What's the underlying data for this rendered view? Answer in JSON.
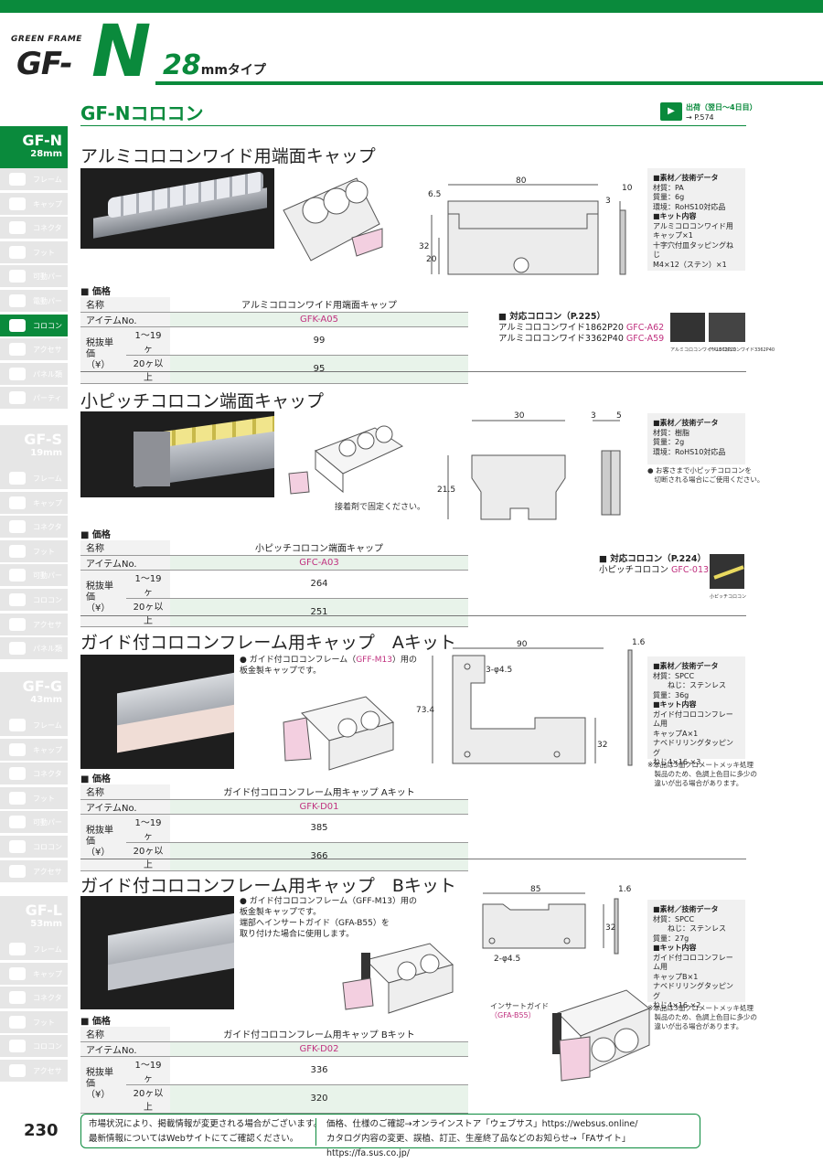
{
  "header": {
    "brand_small": "GREEN FRAME",
    "brand_gf": "GF-",
    "brand_n": "N",
    "size": "28",
    "size_unit": "mmタイプ"
  },
  "section": {
    "title": "GF-Nコロコン",
    "ship_label": "出荷（翌日～4日目）",
    "ship_page": "→ P.574"
  },
  "sidebar": [
    {
      "head": "GF-N",
      "sub": "28mm",
      "active": true,
      "items": [
        "フレーム",
        "キャップ",
        "コネクタ",
        "フット",
        "可動パーツ",
        "電動パーツ",
        "コロコン",
        "アクセサリ",
        "パネル類",
        "パーティション"
      ],
      "active_item": 6
    },
    {
      "head": "GF-S",
      "sub": "19mm",
      "items": [
        "フレーム",
        "キャップ",
        "コネクタ",
        "フット",
        "可動パーツ",
        "コロコン",
        "アクセサリ",
        "パネル類"
      ]
    },
    {
      "head": "GF-G",
      "sub": "43mm",
      "items": [
        "フレーム",
        "キャップ",
        "コネクタ",
        "フット",
        "可動パーツ",
        "コロコン",
        "アクセサリ"
      ]
    },
    {
      "head": "GF-L",
      "sub": "53mm",
      "items": [
        "フレーム",
        "キャップ",
        "コネクタ",
        "フット",
        "コロコン",
        "アクセサリ"
      ]
    }
  ],
  "products": [
    {
      "title": "アルミコロコンワイド用端面キャップ",
      "price_header": "■ 価格",
      "name_label": "名称",
      "name": "アルミコロコンワイド用端面キャップ",
      "item_label": "アイテムNo.",
      "item": "GFK-A05",
      "price_label": "税抜単価\n（¥）",
      "tier1": "1～19ヶ",
      "price1": "99",
      "tier2": "20ヶ以上",
      "price2": "95",
      "spec": [
        "■素材／技術データ",
        "材質：PA",
        "質量：6g",
        "環境：RoHS10対応品",
        "",
        "■キット内容",
        "アルミコロコンワイド用",
        "キャップ×1",
        "十字穴付皿タッピングねじ",
        "M4×12（ステン）×1"
      ],
      "compat_title": "■ 対応コロコン（P.225）",
      "compat_lines": [
        [
          "アルミコロコンワイド1862P20 ",
          "GFC-A62"
        ],
        [
          "アルミコロコンワイド3362P40 ",
          "GFC-A59"
        ]
      ],
      "compat_captions": [
        "アルミコロコンワイド1862P20",
        "アルミコロコンワイド3362P40"
      ],
      "dims": {
        "w": "80",
        "left": "6.5",
        "t": "3",
        "side": "10",
        "h1": "32",
        "h2": "20"
      }
    },
    {
      "title": "小ピッチコロコン端面キャップ",
      "price_header": "■ 価格",
      "name_label": "名称",
      "name": "小ピッチコロコン端面キャップ",
      "item_label": "アイテムNo.",
      "item": "GFC-A03",
      "price_label": "税抜単価\n（¥）",
      "tier1": "1～19ヶ",
      "price1": "264",
      "tier2": "20ヶ以上",
      "price2": "251",
      "spec": [
        "■素材／技術データ",
        "材質：樹脂",
        "質量：2g",
        "環境：RoHS10対応品"
      ],
      "note": [
        "● お客さまで小ピッチコロコンを",
        "　切断される場合にご使用ください。"
      ],
      "photo_note": "接着剤で固定ください。",
      "compat_title": "■ 対応コロコン（P.224）",
      "compat_lines": [
        [
          "小ピッチコロコン ",
          "GFC-013"
        ]
      ],
      "compat_captions": [
        "小ピッチコロコン"
      ],
      "dims": {
        "w": "30",
        "t": "3",
        "side": "5",
        "h": "21.5"
      }
    },
    {
      "title": "ガイド付コロコンフレーム用キャップ　Aキット",
      "price_header": "■ 価格",
      "name_label": "名称",
      "name": "ガイド付コロコンフレーム用キャップ Aキット",
      "item_label": "アイテムNo.",
      "item": "GFK-D01",
      "price_label": "税抜単価\n（¥）",
      "tier1": "1～19ヶ",
      "price1": "385",
      "tier2": "20ヶ以上",
      "price2": "366",
      "bullet": [
        [
          "● ガイド付コロコンフレーム（",
          ""
        ],
        [
          "GFF-M13",
          "pink"
        ],
        [
          "）用の",
          ""
        ]
      ],
      "bullet2": "板金製キャップです。",
      "spec": [
        "■素材／技術データ",
        "材質：SPCC",
        "　　ねじ：ステンレス",
        "質量：36g",
        "",
        "■キット内容",
        "ガイド付コロコンフレーム用",
        "キャップA×1",
        "ナベドリリングタッピング",
        "ねじ4×16 ×3"
      ],
      "note": [
        "※本品は3価クロメートメッキ処理",
        "　製品のため、色調上色目に多少の",
        "　違いが出る場合があります。"
      ],
      "dims": {
        "w": "90",
        "t": "1.6",
        "h": "73.4",
        "h2": "32",
        "hole": "3-φ4.5"
      }
    },
    {
      "title": "ガイド付コロコンフレーム用キャップ　Bキット",
      "price_header": "■ 価格",
      "name_label": "名称",
      "name": "ガイド付コロコンフレーム用キャップ Bキット",
      "item_label": "アイテムNo.",
      "item": "GFK-D02",
      "price_label": "税抜単価\n（¥）",
      "tier1": "1～19ヶ",
      "price1": "336",
      "tier2": "20ヶ以上",
      "price2": "320",
      "bullet_lines": [
        "● ガイド付コロコンフレーム（GFF-M13）用の",
        "板金製キャップです。",
        "端部へインサートガイド（GFA-B55）を",
        "取り付けた場合に使用します。"
      ],
      "spec": [
        "■素材／技術データ",
        "材質：SPCC",
        "　　ねじ：ステンレス",
        "質量：27g",
        "",
        "■キット内容",
        "ガイド付コロコンフレーム用",
        "キャップB×1",
        "ナベドリリングタッピング",
        "ねじ4×16 ×2"
      ],
      "note": [
        "※本品は3価クロメートメッキ処理",
        "　製品のため、色調上色目に多少の",
        "　違いが出る場合があります。"
      ],
      "insert_label": "インサートガイド",
      "insert_code": "（GFA-B55）",
      "dims": {
        "w": "85",
        "t": "1.6",
        "h": "32",
        "hole": "2-φ4.5"
      }
    }
  ],
  "footer": {
    "page": "230",
    "l1": "市場状況により、掲載情報が変更される場合がございます。",
    "l2": "最新情報についてはWebサイトにてご確認ください。",
    "r1": "価格、仕様のご確認→オンラインストア「ウェブサス」https://websus.online/",
    "r2": "カタログ内容の変更、誤植、訂正、生産終了品などのお知らせ→「FAサイト」https://fa.sus.co.jp/"
  },
  "colors": {
    "brand_green": "#0a8a3c",
    "accent_pink": "#c0317f"
  }
}
